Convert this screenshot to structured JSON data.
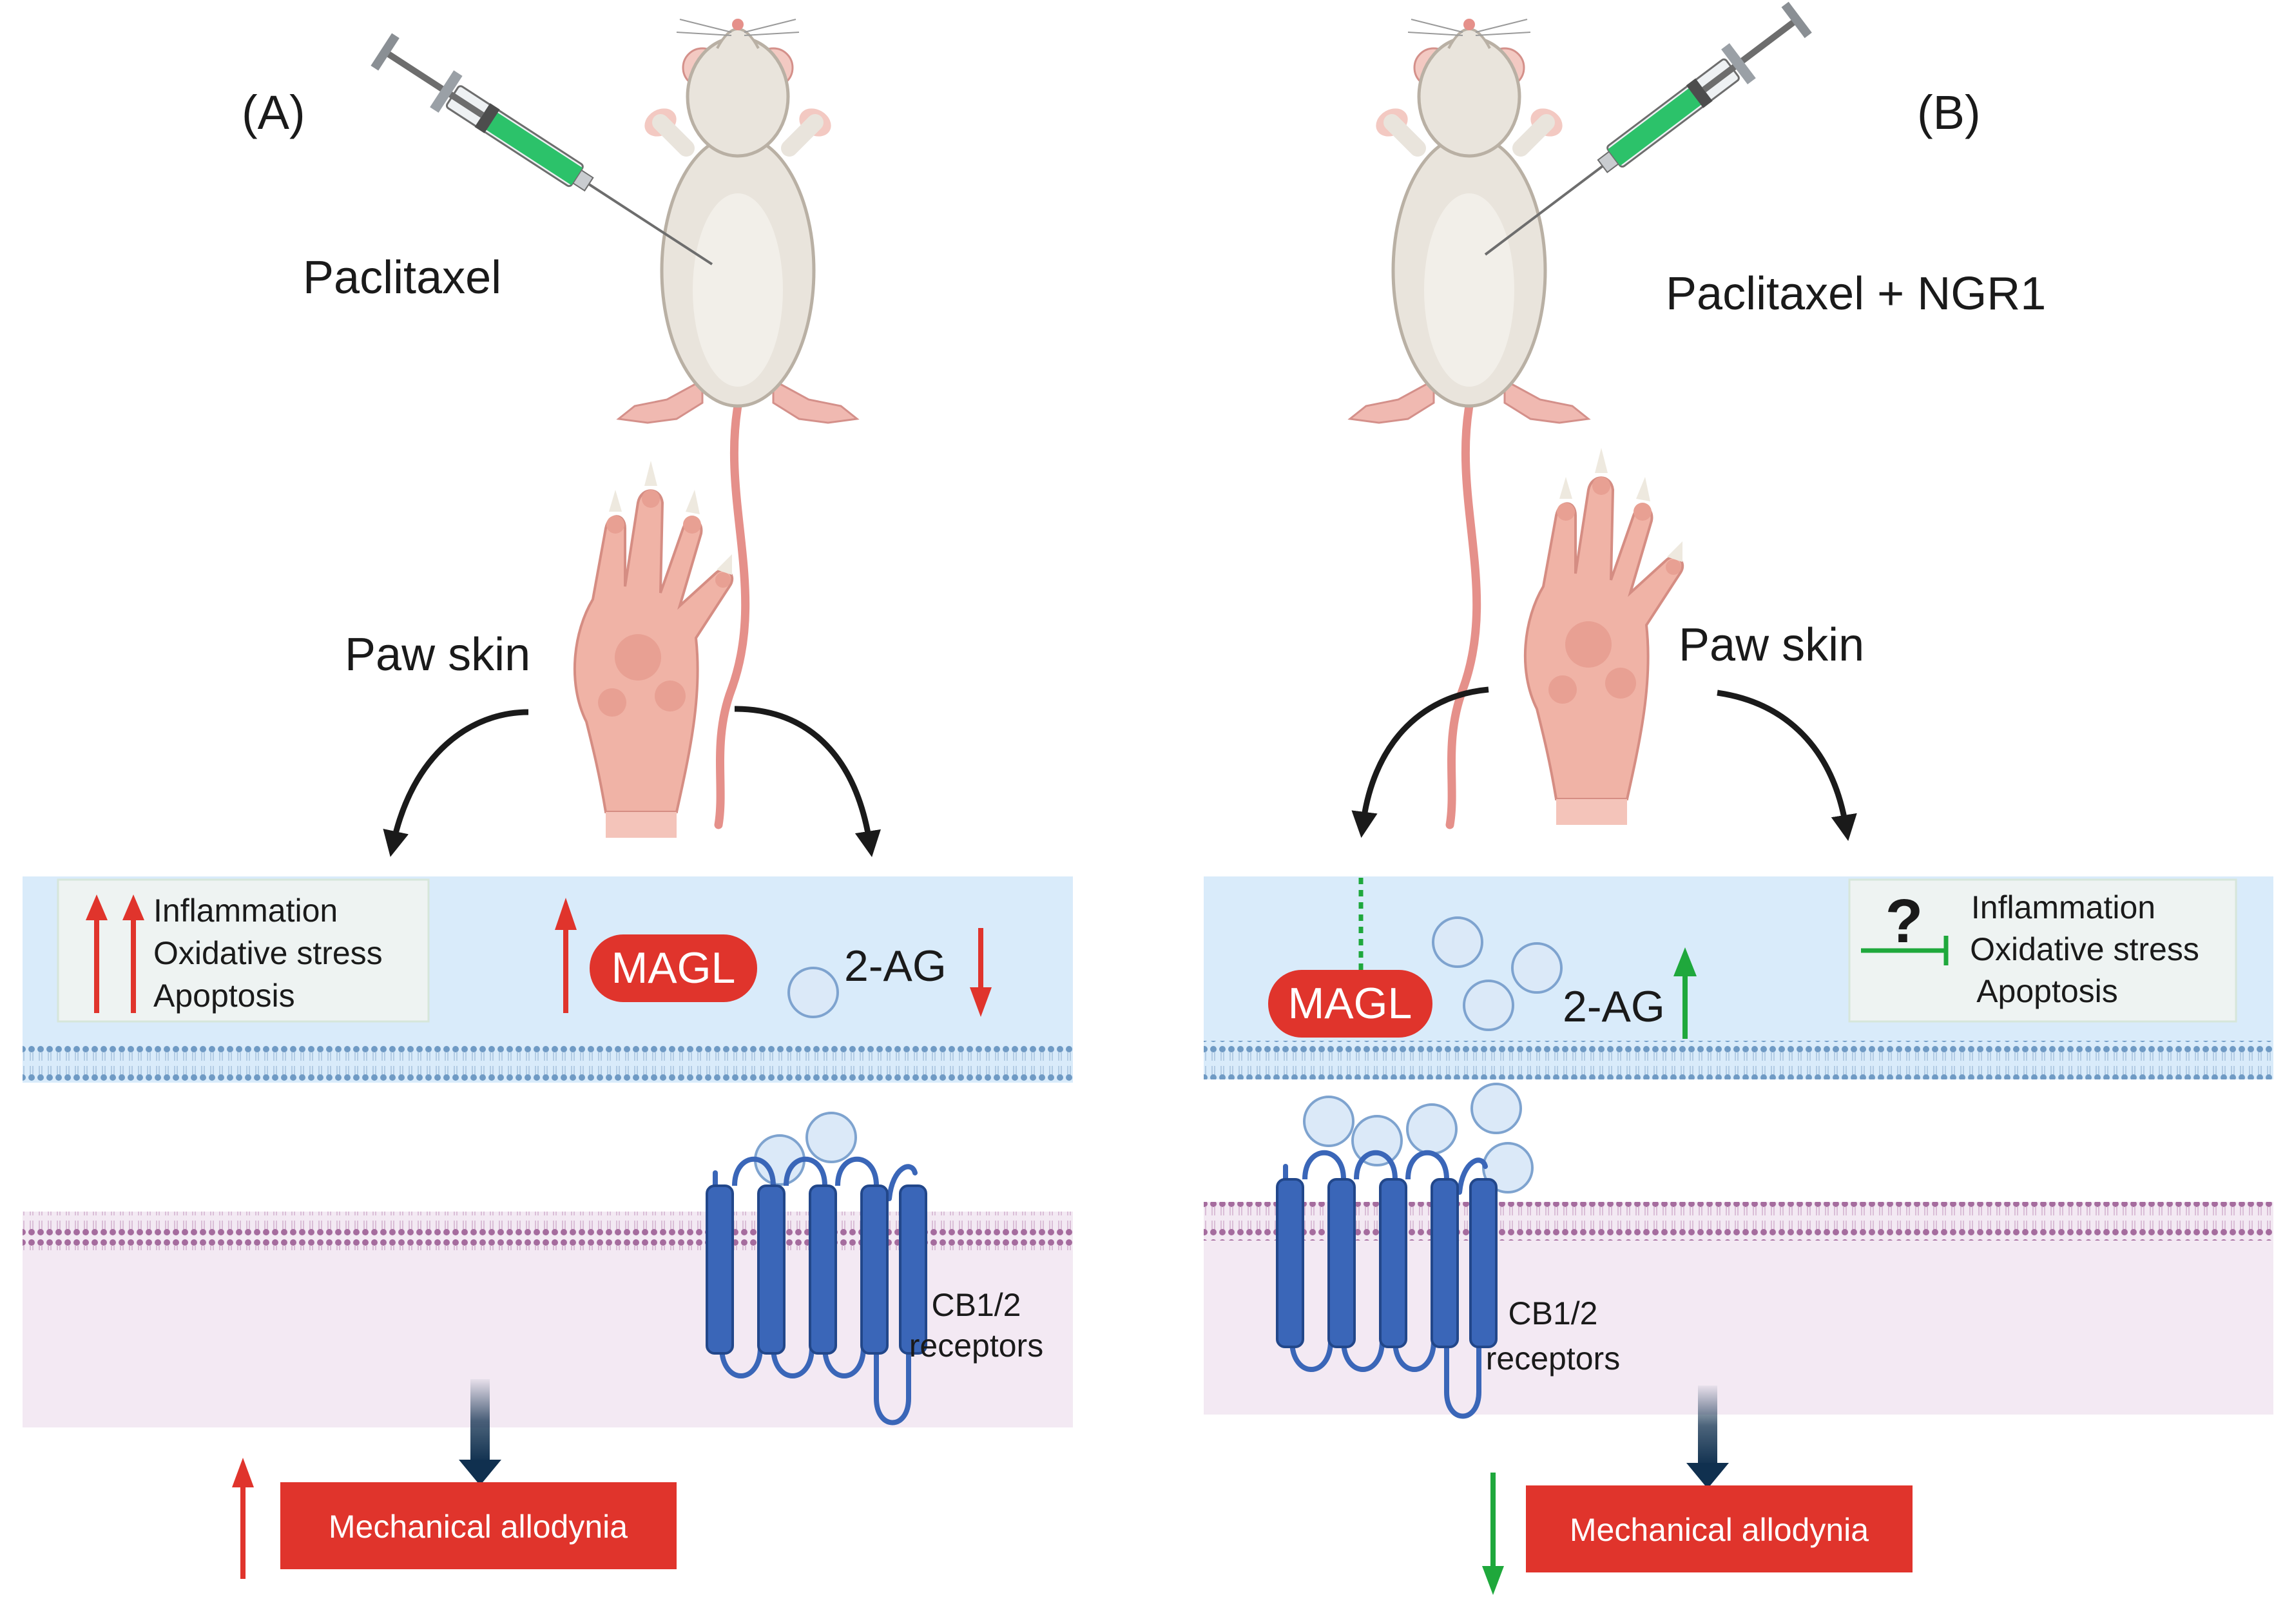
{
  "colors": {
    "up_red": "#e0342c",
    "down_green": "#1fa83c",
    "curve_black": "#1a1a1a",
    "membrane_blue": "#6f9ac4",
    "membrane_purple": "#a56c9e",
    "extracellular_bg": "#d9ebfa",
    "intracellular_bg": "#f3e9f3",
    "receptor_blue": "#3a66b8",
    "flow_arrow": "#10304f",
    "molecule_fill": "#dbe9f8",
    "molecule_stroke": "#7ea3cf",
    "box_bg": "#eef3f2",
    "allodynia_box": "#e0342c"
  },
  "panel_a": {
    "label": "(A)",
    "treatment": "Paclitaxel",
    "tissue": "Paw skin",
    "effects": [
      "Inflammation",
      "Oxidative stress",
      "Apoptosis"
    ],
    "effects_direction": "up",
    "magl": "MAGL",
    "magl_direction": "up",
    "two_ag": "2-AG",
    "two_ag_direction": "down",
    "receptor_label": [
      "CB1/2",
      "receptors"
    ],
    "outcome": "Mechanical allodynia",
    "outcome_direction": "up"
  },
  "panel_b": {
    "label": "(B)",
    "treatment": "Paclitaxel + NGR1",
    "tissue": "Paw skin",
    "question": "?",
    "effects": [
      "Inflammation",
      "Oxidative stress",
      "Apoptosis"
    ],
    "effects_direction": "inhibited",
    "magl": "MAGL",
    "magl_direction": "inhibited",
    "two_ag": "2-AG",
    "two_ag_direction": "up",
    "receptor_label": [
      "CB1/2",
      "receptors"
    ],
    "outcome": "Mechanical allodynia",
    "outcome_direction": "down"
  }
}
